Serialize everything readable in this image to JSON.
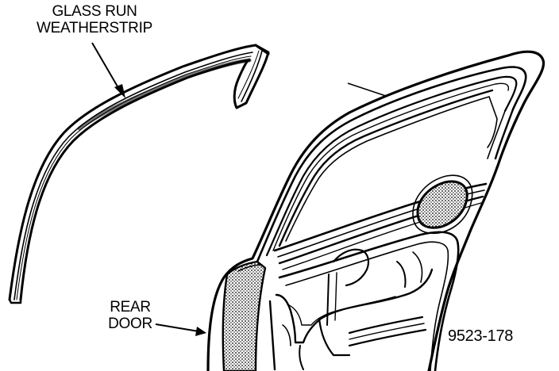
{
  "labels": {
    "glass_run_line1": "GLASS RUN",
    "glass_run_line2": "WEATHERSTRIP",
    "rear_door_line1": "REAR",
    "rear_door_line2": "DOOR",
    "figure_number": "9523-178"
  },
  "colors": {
    "ink": "#000000",
    "paper": "#ffffff",
    "stipple": "#8a8a8a"
  }
}
